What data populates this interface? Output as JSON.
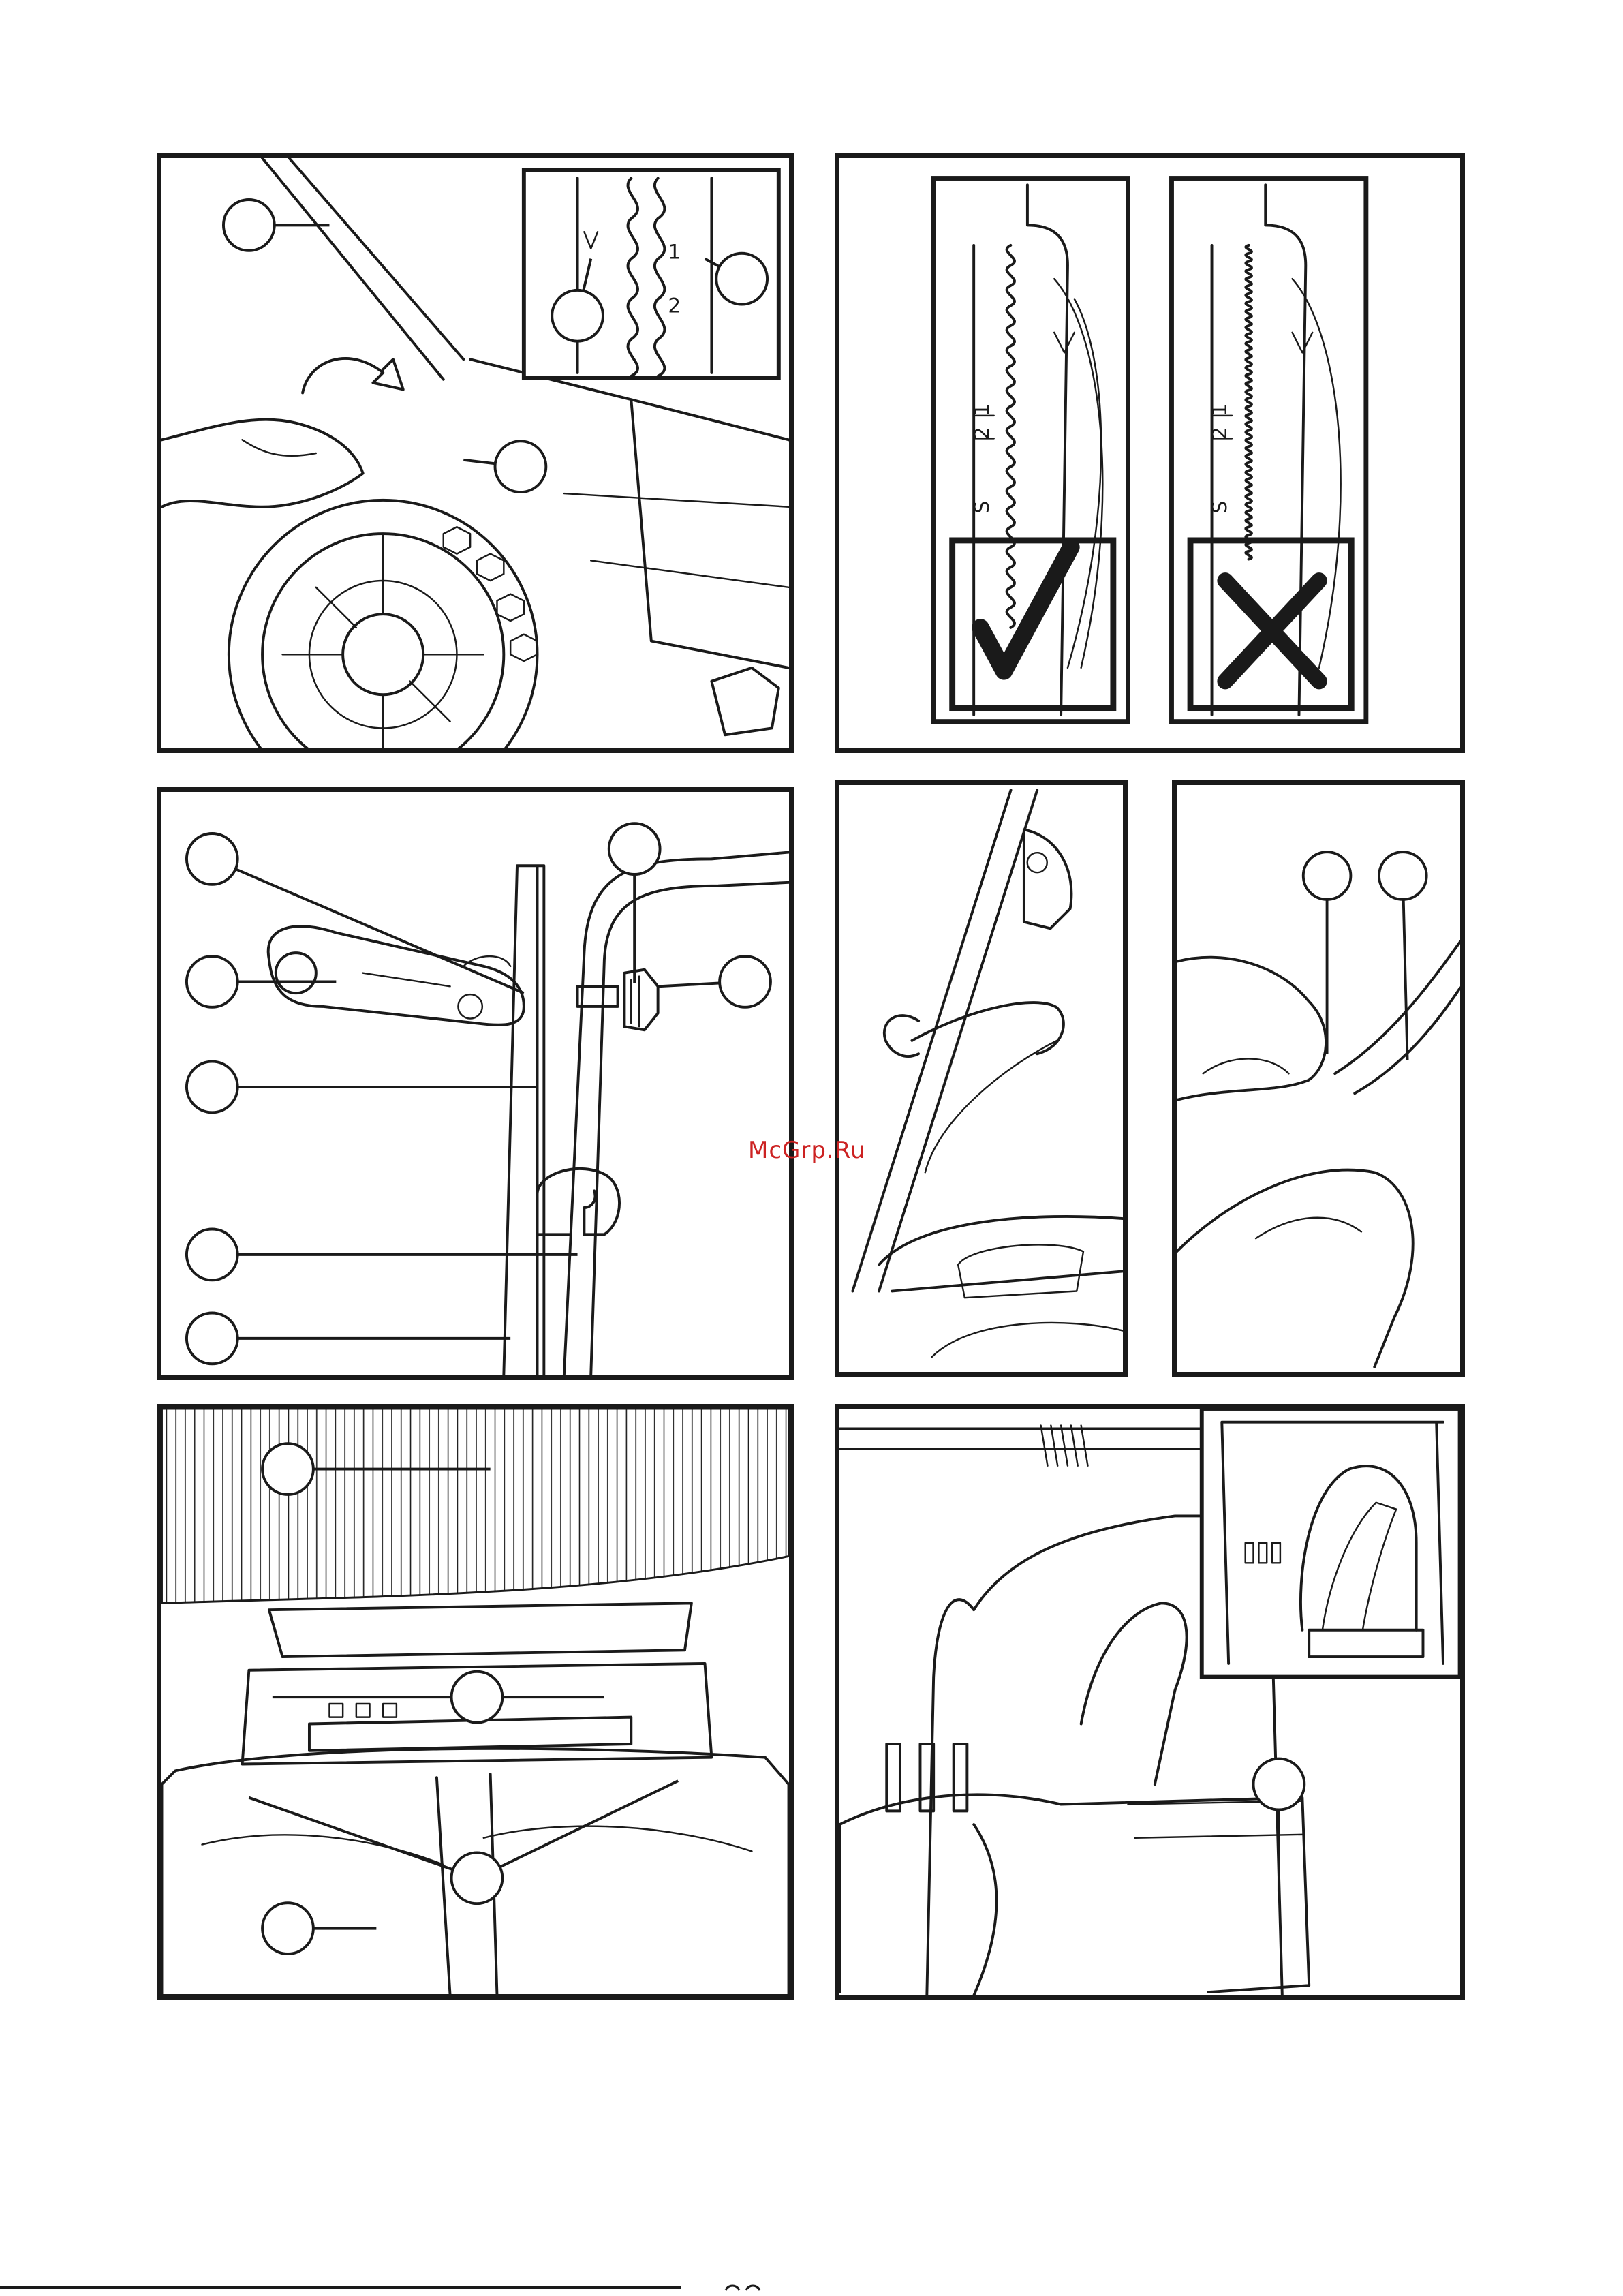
{
  "watermark": "McGrp.Ru",
  "scale_labels": {
    "left": {
      "s": "S",
      "two": "2",
      "one": "1"
    },
    "right": {
      "s": "S",
      "two": "2",
      "one": "1"
    }
  },
  "detail_marks": {
    "one": "1",
    "two": "2"
  },
  "icons": {
    "ok": "checkmark-icon",
    "not_ok": "cross-icon"
  }
}
